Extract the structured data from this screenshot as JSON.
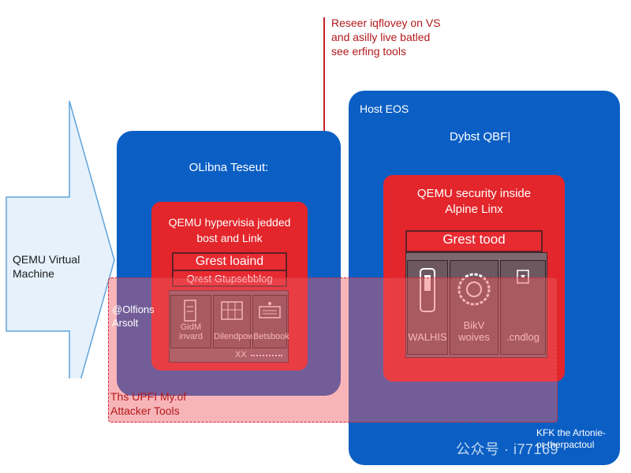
{
  "top_note": {
    "lines": [
      "Reseer iqflovey on VS",
      "and asilly live batled",
      "see erfing tools"
    ]
  },
  "arrow": {
    "lines": [
      "QEMU Virtual",
      "Machine"
    ]
  },
  "left_panel": {
    "title": "OLibna Teseut:",
    "red_box": {
      "lines": [
        "QEMU hypervisia jedded",
        "bost and Link"
      ],
      "bar1": "Grest loaind",
      "bar2": "Qrest Gtupsebblog",
      "tiles": [
        "GidM invard",
        "Dilendpowit",
        "Betsbook"
      ],
      "footer_mark": "XX"
    }
  },
  "right_panel": {
    "title": "Host EOS",
    "subtitle": "Dybst QBF|",
    "red_box": {
      "lines": [
        "QEMU security inside",
        "Alpine Linx"
      ],
      "bar": "Grest tood",
      "tiles": [
        "WALHIS",
        "BikV woives",
        ".cndlog"
      ]
    },
    "bottom_note": [
      "KFK the Artonie-",
      "or therpactoul"
    ]
  },
  "overlay": {
    "side_label": [
      "@Olfions",
      "Arsolt"
    ],
    "bottom_label": [
      "Ths UPFI My.of",
      "Attacker Tools"
    ]
  },
  "watermark": "公众号 · i77169",
  "colors": {
    "blue": "#0b5fc4",
    "red": "#e3262b",
    "dark_red_text": "#b3181b",
    "arrow_fill": "#e6f1fb",
    "arrow_stroke": "#5fa4dc"
  }
}
